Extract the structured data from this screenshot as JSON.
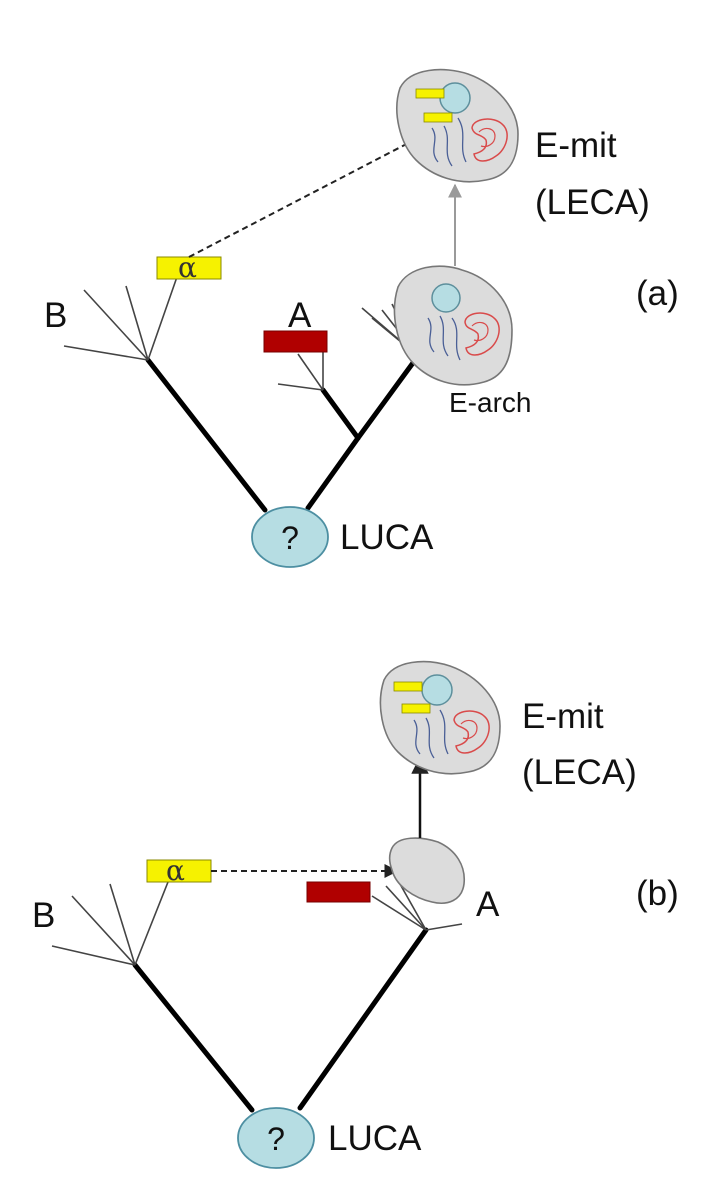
{
  "colors": {
    "thick_branch": "#000000",
    "thin_branch": "#444444",
    "transfer_arrow": "#222222",
    "cell_fill": "#dcdcdc",
    "cell_stroke": "#777777",
    "nucleus_fill": "#b6dde3",
    "luca_fill": "#b6dde3",
    "luca_stroke": "#4d8fa2",
    "yellow_marker": "#f6f200",
    "red_marker": "#b00000",
    "mito_stroke": "#d94b4b",
    "membrane_stroke": "#4a5f96",
    "vertical_arrow_a": "#9a9a9a",
    "vertical_arrow_b": "#111111"
  },
  "panel_a": {
    "label": "(a)",
    "b_label": "B",
    "a_label": "A",
    "alpha_symbol": "α",
    "emit_line1": "E-mit",
    "emit_line2": "(LECA)",
    "earch_label": "E-arch",
    "luca_label": "LUCA",
    "luca_symbol": "?"
  },
  "panel_b": {
    "label": "(b)",
    "b_label": "B",
    "a_label": "A",
    "alpha_symbol": "α",
    "emit_line1": "E-mit",
    "emit_line2": "(LECA)",
    "luca_label": "LUCA",
    "luca_symbol": "?"
  }
}
